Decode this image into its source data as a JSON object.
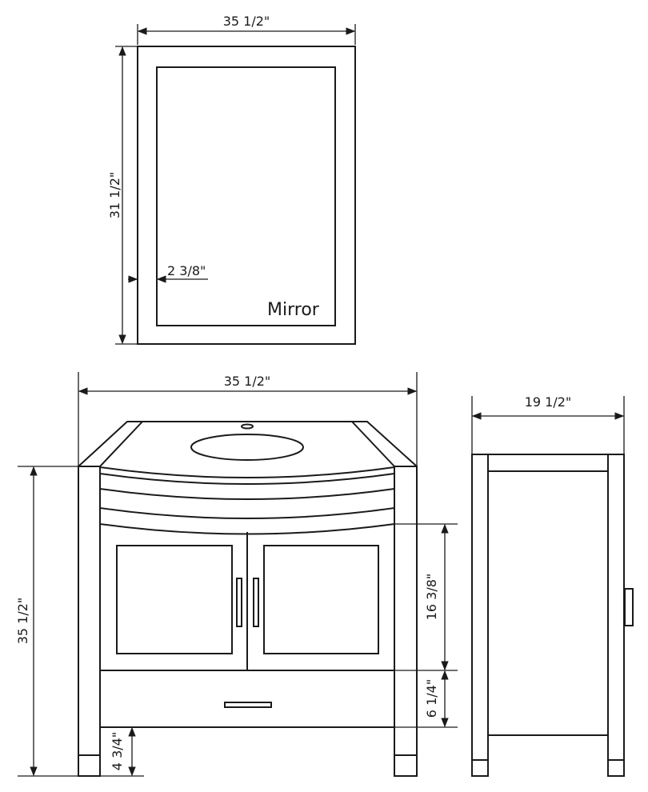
{
  "mirror": {
    "label": "Mirror",
    "width_label": "35 1/2\"",
    "height_label": "31 1/2\"",
    "frame_label": "2 3/8\""
  },
  "vanity_front": {
    "width_label": "35 1/2\"",
    "height_label": "35 1/2\"",
    "door_height_label": "16 3/8\"",
    "drawer_height_label": "6 1/4\"",
    "leg_height_label": "4 3/4\""
  },
  "vanity_side": {
    "depth_label": "19 1/2\""
  },
  "colors": {
    "line": "#1a1a1a",
    "background": "#ffffff"
  }
}
